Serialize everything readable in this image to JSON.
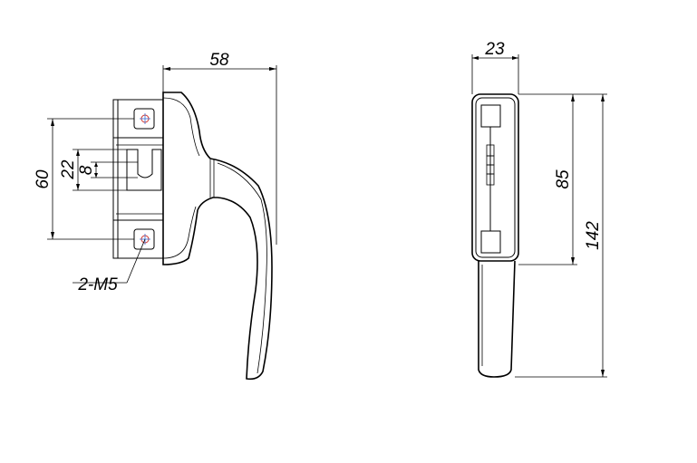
{
  "side_view": {
    "width_dim": "58",
    "hole_spacing_dim": "60",
    "slot_dim_outer": "22",
    "slot_dim_inner": "8",
    "screw_callout": "2-M5"
  },
  "front_view": {
    "width_dim": "23",
    "base_height_dim": "85",
    "total_height_dim": "142"
  }
}
